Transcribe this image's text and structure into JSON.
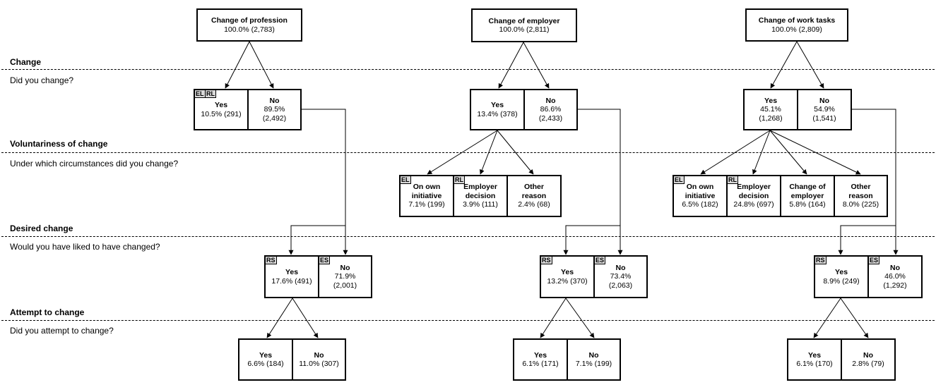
{
  "sections": [
    {
      "label": "Change",
      "question": "Did you change?"
    },
    {
      "label": "Voluntariness of change",
      "question": "Under which circumstances did you change?"
    },
    {
      "label": "Desired change",
      "question": "Would you have liked to have changed?"
    },
    {
      "label": "Attempt to change",
      "question": "Did you attempt to change?"
    }
  ],
  "trees": [
    {
      "root": {
        "title": "Change of profession",
        "value": "100.0% (2,783)"
      },
      "change": [
        {
          "label": "Yes",
          "value": "10.5% (291)",
          "tags": [
            "EL",
            "RL"
          ]
        },
        {
          "label": "No",
          "value": "89.5%",
          "value2": "(2,492)"
        }
      ],
      "circumstances": [],
      "desired": [
        {
          "label": "Yes",
          "value": "17.6% (491)",
          "tag": "RS"
        },
        {
          "label": "No",
          "value": "71.9%",
          "value2": "(2,001)",
          "tag": "ES"
        }
      ],
      "attempt": [
        {
          "label": "Yes",
          "value": "6.6% (184)"
        },
        {
          "label": "No",
          "value": "11.0% (307)"
        }
      ]
    },
    {
      "root": {
        "title": "Change of employer",
        "value": "100.0% (2,811)"
      },
      "change": [
        {
          "label": "Yes",
          "value": "13.4% (378)"
        },
        {
          "label": "No",
          "value": "86.6%",
          "value2": "(2,433)"
        }
      ],
      "circumstances": [
        {
          "label": "On own",
          "label2": "initiative",
          "value": "7.1% (199)",
          "tag": "EL"
        },
        {
          "label": "Employer",
          "label2": "decision",
          "value": "3.9% (111)",
          "tag": "RL"
        },
        {
          "label": "Other",
          "label2": "reason",
          "value": "2.4% (68)"
        }
      ],
      "desired": [
        {
          "label": "Yes",
          "value": "13.2% (370)",
          "tag": "RS"
        },
        {
          "label": "No",
          "value": "73.4%",
          "value2": "(2,063)",
          "tag": "ES"
        }
      ],
      "attempt": [
        {
          "label": "Yes",
          "value": "6.1% (171)"
        },
        {
          "label": "No",
          "value": "7.1% (199)"
        }
      ]
    },
    {
      "root": {
        "title": "Change of work tasks",
        "value": "100.0% (2,809)"
      },
      "change": [
        {
          "label": "Yes",
          "value": "45.1%",
          "value2": "(1,268)"
        },
        {
          "label": "No",
          "value": "54.9%",
          "value2": "(1,541)"
        }
      ],
      "circumstances": [
        {
          "label": "On own",
          "label2": "initiative",
          "value": "6.5% (182)",
          "tag": "EL"
        },
        {
          "label": "Employer",
          "label2": "decision",
          "value": "24.8% (697)",
          "tag": "RL"
        },
        {
          "label": "Change of",
          "label2": "employer",
          "value": "5.8% (164)"
        },
        {
          "label": "Other",
          "label2": "reason",
          "value": "8.0% (225)"
        }
      ],
      "desired": [
        {
          "label": "Yes",
          "value": "8.9% (249)",
          "tag": "RS"
        },
        {
          "label": "No",
          "value": "46.0%",
          "value2": "(1,292)",
          "tag": "ES"
        }
      ],
      "attempt": [
        {
          "label": "Yes",
          "value": "6.1% (170)"
        },
        {
          "label": "No",
          "value": "2.8% (79)"
        }
      ]
    }
  ]
}
